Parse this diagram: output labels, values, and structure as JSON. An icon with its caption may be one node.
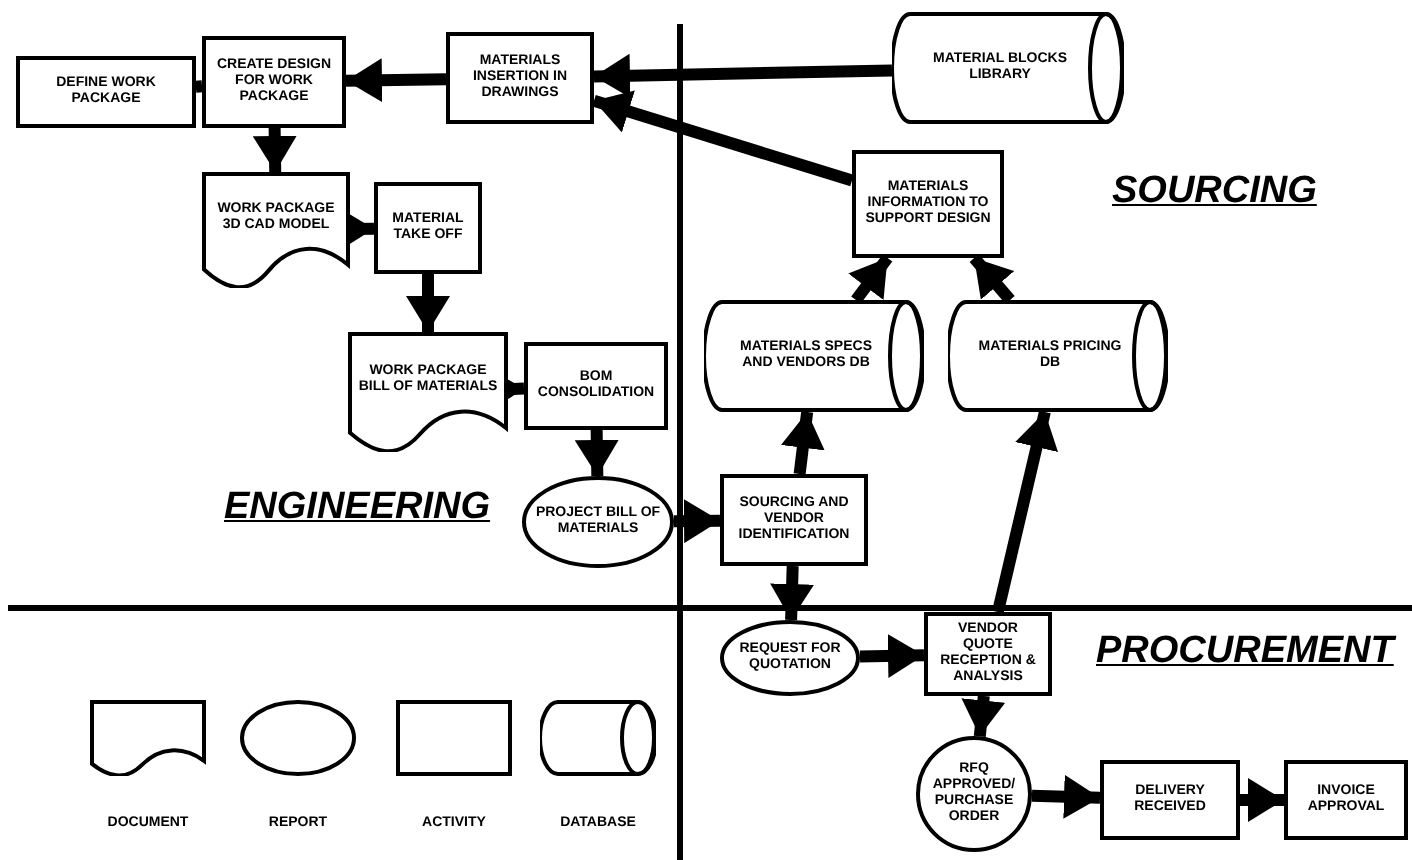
{
  "diagram": {
    "nodes": [
      {
        "text": [
          "DEFINE WORK PACKAGE"
        ]
      },
      {
        "text": [
          "CREATE DESIGN FOR WORK PACKAGE"
        ]
      },
      {
        "text": [
          "MATERIALS INSERTION IN DRAWINGS"
        ]
      },
      {
        "text": [
          "MATERIAL BLOCKS LIBRARY"
        ]
      },
      {
        "text": [
          "WORK PACKAGE 3D CAD MODEL"
        ]
      },
      {
        "text": [
          "MATERIAL TAKE OFF"
        ]
      },
      {
        "text": [
          "MATERIALS INFORMATION TO SUPPORT DESIGN"
        ]
      },
      {
        "text": [
          "MATERIALS SPECS AND VENDORS DB"
        ]
      },
      {
        "text": [
          "MATERIALS PRICING DB"
        ]
      },
      {
        "text": [
          "WORK PACKAGE BILL OF MATERIALS"
        ]
      },
      {
        "text": [
          "BOM CONSOLIDATION"
        ]
      },
      {
        "text": [
          "PROJECT BILL OF MATERIALS"
        ]
      },
      {
        "text": [
          "SOURCING AND VENDOR IDENTIFICATION"
        ]
      },
      {
        "text": [
          "REQUEST FOR QUOTATION"
        ]
      },
      {
        "text": [
          "VENDOR QUOTE RECEPTION & ANALYSIS"
        ]
      },
      {
        "text": [
          "RFQ APPROVED/ PURCHASE ORDER"
        ]
      },
      {
        "text": [
          "DELIVERY RECEIVED"
        ]
      },
      {
        "text": [
          "INVOICE APPROVAL"
        ]
      }
    ],
    "edges": [
      {
        "from": 0,
        "to": 1,
        "arrow": "to"
      },
      {
        "from": 2,
        "to": 1,
        "arrow": "to"
      },
      {
        "from": 3,
        "to": 2,
        "arrow": "to"
      },
      {
        "from": 6,
        "to": 2,
        "arrow": "to"
      },
      {
        "from": 1,
        "to": 4,
        "arrow": "to"
      },
      {
        "from": 4,
        "to": 5,
        "arrow": "to"
      },
      {
        "from": 5,
        "to": 9,
        "arrow": "to"
      },
      {
        "from": 9,
        "to": 10,
        "arrow": "to"
      },
      {
        "from": 10,
        "to": 11,
        "arrow": "to"
      },
      {
        "from": 11,
        "to": 12,
        "arrow": "to"
      },
      {
        "from": 12,
        "to": 7,
        "arrow": "to"
      },
      {
        "from": 7,
        "to": 6,
        "arrow": "to"
      },
      {
        "from": 8,
        "to": 6,
        "arrow": "to"
      },
      {
        "from": 12,
        "to": 13,
        "arrow": "to"
      },
      {
        "from": 13,
        "to": 14,
        "arrow": "to"
      },
      {
        "from": 14,
        "to": 8,
        "arrow": "to"
      },
      {
        "from": 14,
        "to": 15,
        "arrow": "to"
      },
      {
        "from": 15,
        "to": 16,
        "arrow": "to"
      },
      {
        "from": 16,
        "to": 17,
        "arrow": "to"
      }
    ],
    "labels": [
      "SOURCING",
      "ENGINEERING",
      "PROCUREMENT"
    ],
    "legend": [
      {
        "text": "DOCUMENT"
      },
      {
        "text": "REPORT"
      },
      {
        "text": "ACTIVITY"
      },
      {
        "text": "DATABASE"
      }
    ]
  }
}
